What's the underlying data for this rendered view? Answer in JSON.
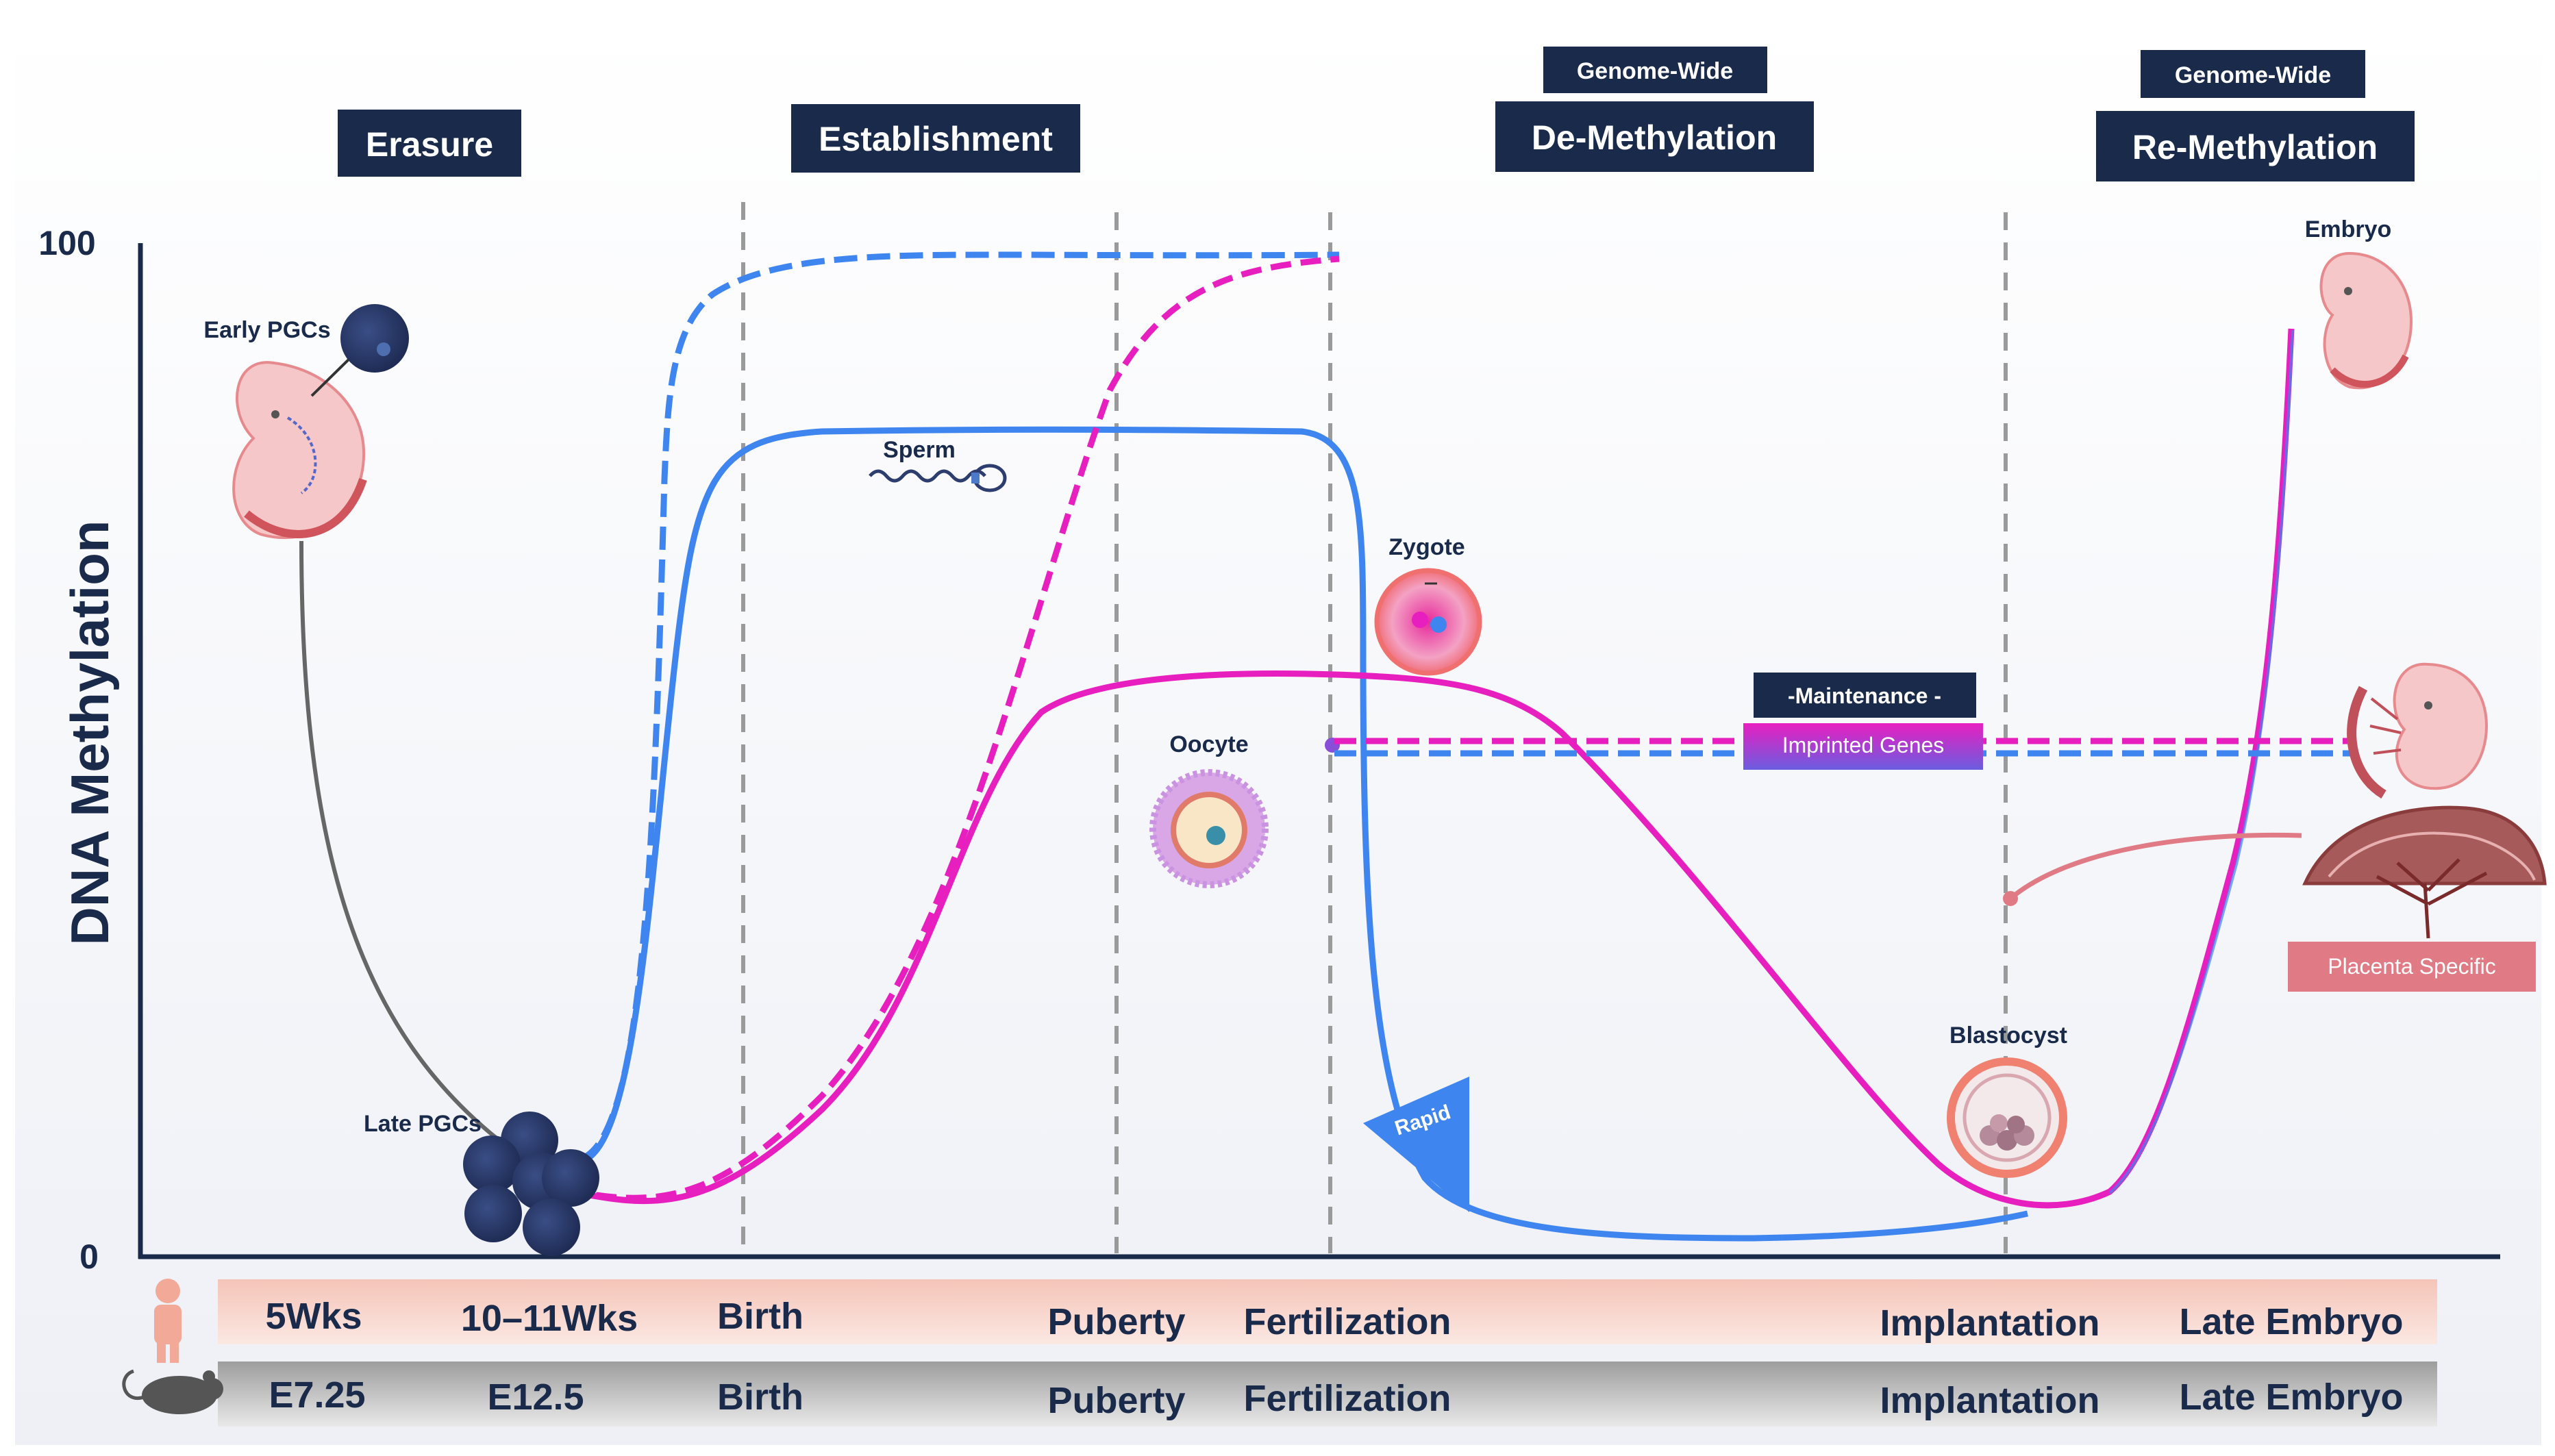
{
  "phases": {
    "erasure": "Erasure",
    "establishment": "Establishment",
    "demethylation_top": "Genome-Wide",
    "demethylation": "De-Methylation",
    "remethylation_top": "Genome-Wide",
    "remethylation": "Re-Methylation"
  },
  "axis": {
    "ylabel": "DNA Methylation",
    "ymax_label": "100",
    "ymin_label": "0"
  },
  "labels": {
    "early_pgcs": "Early PGCs",
    "late_pgcs": "Late PGCs",
    "sperm": "Sperm",
    "oocyte": "Oocyte",
    "zygote": "Zygote",
    "blastocyst": "Blastocyst",
    "embryo": "Embryo",
    "maintenance": "-Maintenance -",
    "imprinted": "Imprinted Genes",
    "placenta": "Placenta Specific",
    "rapid": "Rapid"
  },
  "timeline": {
    "human": [
      "5Wks",
      "10–11Wks",
      "Birth",
      "Puberty",
      "Fertilization",
      "Implantation",
      "Late Embryo"
    ],
    "mouse": [
      "E7.25",
      "E12.5",
      "Birth",
      "Puberty",
      "Fertilization",
      "Implantation",
      "Late Embryo"
    ]
  },
  "icons": {
    "human": "human-silhouette-icon",
    "mouse": "mouse-silhouette-icon"
  },
  "colors": {
    "navy": "#1a2a4a",
    "blue": "#3f85f0",
    "magenta": "#e81fbf",
    "gray_line": "#666666",
    "placenta_pink": "#e07b86",
    "human_band": "#f6cfc6",
    "mouse_band": "#a9a9a9"
  },
  "chart_data": {
    "type": "line",
    "ylim": [
      0,
      100
    ],
    "series": []
  }
}
